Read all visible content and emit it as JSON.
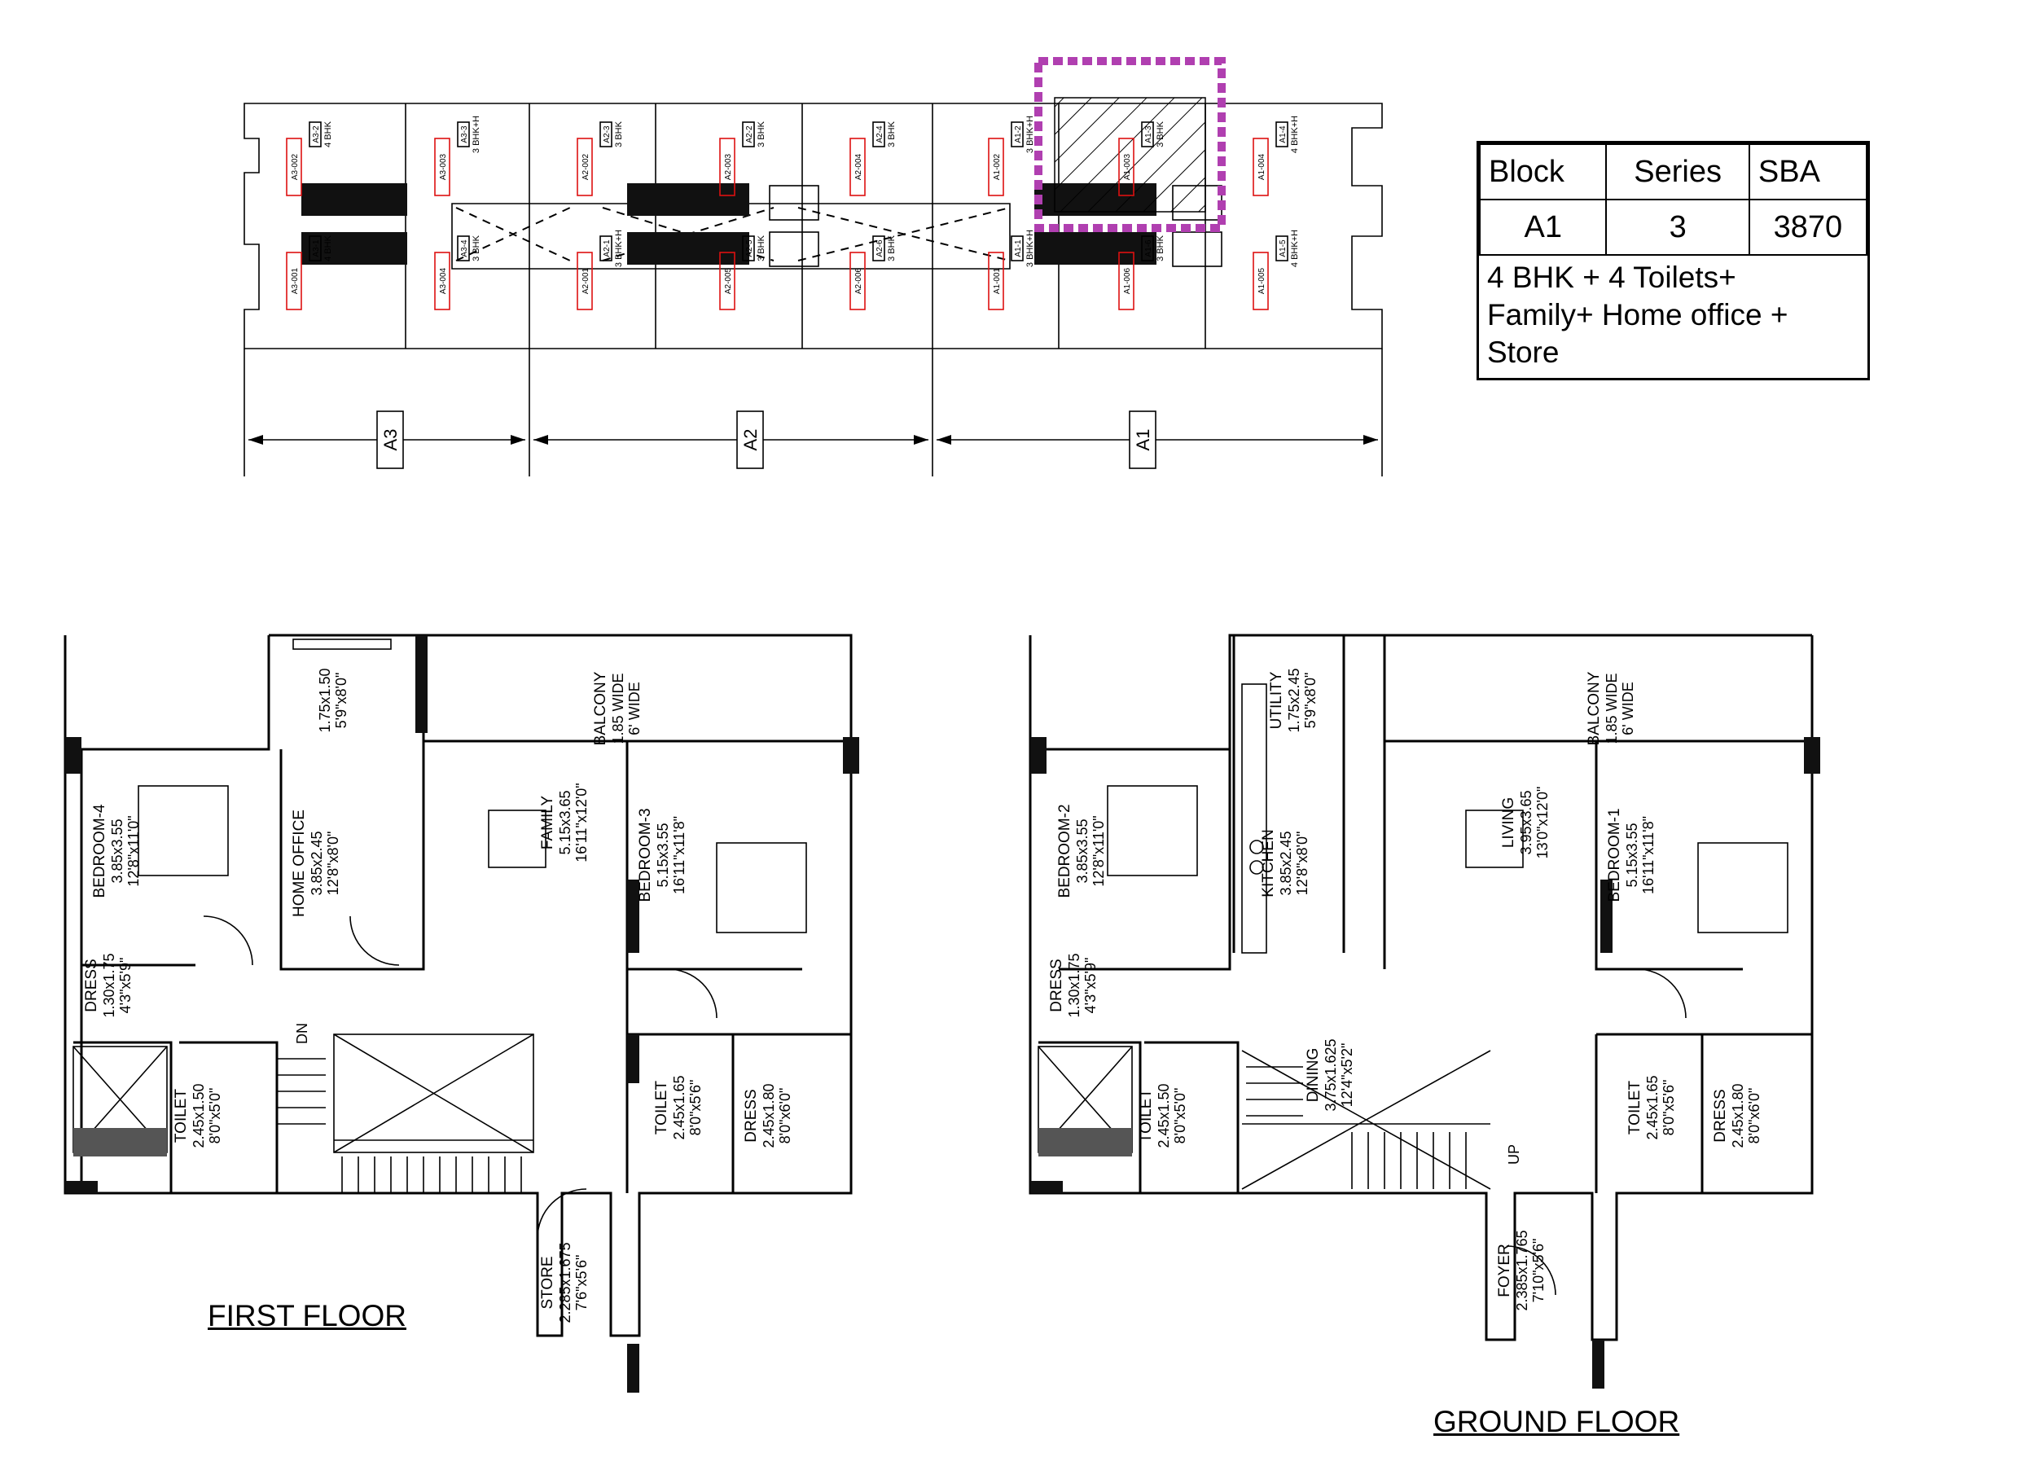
{
  "key_plan": {
    "blocks": [
      "A3",
      "A2",
      "A1"
    ],
    "unit_tags": [
      "A3-2",
      "A3-3",
      "A2-3",
      "A2-2",
      "A2-4",
      "A1-2",
      "A1-3",
      "A1-4",
      "A3-1",
      "A3-4",
      "A2-1",
      "A2-5",
      "A2-6",
      "A1-1",
      "A1-6",
      "A1-5"
    ],
    "unit_types": [
      "4 BHK",
      "3 BHK+H",
      "3 BHK",
      "3 BHK",
      "3 BHK",
      "3 BHK+H",
      "3 BHK",
      "4 BHK+H",
      "4 BHK",
      "3 BHK",
      "3 BHK+H",
      "3 BHK",
      "3 BHK",
      "3 BHK+H",
      "3 BHK",
      "4 BHK+H"
    ],
    "unit_codes": [
      "A3-002",
      "A3-003",
      "A2-002",
      "A2-003",
      "A2-004",
      "A1-002",
      "A1-003",
      "A1-004",
      "A3-001",
      "A3-004",
      "A2-001",
      "A2-005",
      "A2-006",
      "A1-001",
      "A1-006",
      "A1-005"
    ],
    "highlight_color": "#b03fb0"
  },
  "info_table": {
    "headers": [
      "Block",
      "Series",
      "SBA"
    ],
    "row": [
      "A1",
      "3",
      "3870"
    ],
    "description": [
      "4 BHK + 4 Toilets+",
      "Family+ Home office +",
      "Store"
    ]
  },
  "first_floor": {
    "title": "FIRST FLOOR",
    "rooms": [
      {
        "name": "BEDROOM-4",
        "size": "3.85x3.55",
        "imperial": "12'8\"x11'0\""
      },
      {
        "name": "HOME OFFICE",
        "size": "3.85x2.45",
        "imperial": "12'8\"x8'0\""
      },
      {
        "name": "",
        "size": "1.75x1.50",
        "imperial": "5'9\"x8'0\""
      },
      {
        "name": "FAMILY",
        "size": "5.15x3.65",
        "imperial": "16'11\"x12'0\""
      },
      {
        "name": "BALCONY",
        "size": "1.85 WIDE",
        "imperial": "6' WIDE"
      },
      {
        "name": "BEDROOM-3",
        "size": "5.15x3.55",
        "imperial": "16'11\"x11'8\""
      },
      {
        "name": "DRESS",
        "size": "1.30x1.75",
        "imperial": "4'3\"x5'9\""
      },
      {
        "name": "TOILET",
        "size": "2.45x1.50",
        "imperial": "8'0\"x5'0\""
      },
      {
        "name": "TOILET",
        "size": "2.45x1.65",
        "imperial": "8'0\"x5'6\""
      },
      {
        "name": "DRESS",
        "size": "2.45x1.80",
        "imperial": "8'0\"x6'0\""
      },
      {
        "name": "STORE",
        "size": "2.285x1.675",
        "imperial": "7'6\"x5'6\""
      }
    ],
    "stair_label": "DN"
  },
  "ground_floor": {
    "title": "GROUND FLOOR",
    "rooms": [
      {
        "name": "BEDROOM-2",
        "size": "3.85x3.55",
        "imperial": "12'8\"x11'0\""
      },
      {
        "name": "KITCHEN",
        "size": "3.85x2.45",
        "imperial": "12'8\"x8'0\""
      },
      {
        "name": "UTILITY",
        "size": "1.75x2.45",
        "imperial": "5'9\"x8'0\""
      },
      {
        "name": "LIVING",
        "size": "3.95x3.65",
        "imperial": "13'0\"x12'0\""
      },
      {
        "name": "BALCONY",
        "size": "1.85 WIDE",
        "imperial": "6' WIDE"
      },
      {
        "name": "BEDROOM-1",
        "size": "5.15x3.55",
        "imperial": "16'11\"x11'8\""
      },
      {
        "name": "DRESS",
        "size": "1.30x1.75",
        "imperial": "4'3\"x5'9\""
      },
      {
        "name": "DINING",
        "size": "3.75x1.625",
        "imperial": "12'4\"x5'2\""
      },
      {
        "name": "TOILET",
        "size": "2.45x1.50",
        "imperial": "8'0\"x5'0\""
      },
      {
        "name": "TOILET",
        "size": "2.45x1.65",
        "imperial": "8'0\"x5'6\""
      },
      {
        "name": "DRESS",
        "size": "2.45x1.80",
        "imperial": "8'0\"x6'0\""
      },
      {
        "name": "FOYER",
        "size": "2.385x1.765",
        "imperial": "7'10\"x5'6\""
      }
    ],
    "stair_label": "UP"
  }
}
